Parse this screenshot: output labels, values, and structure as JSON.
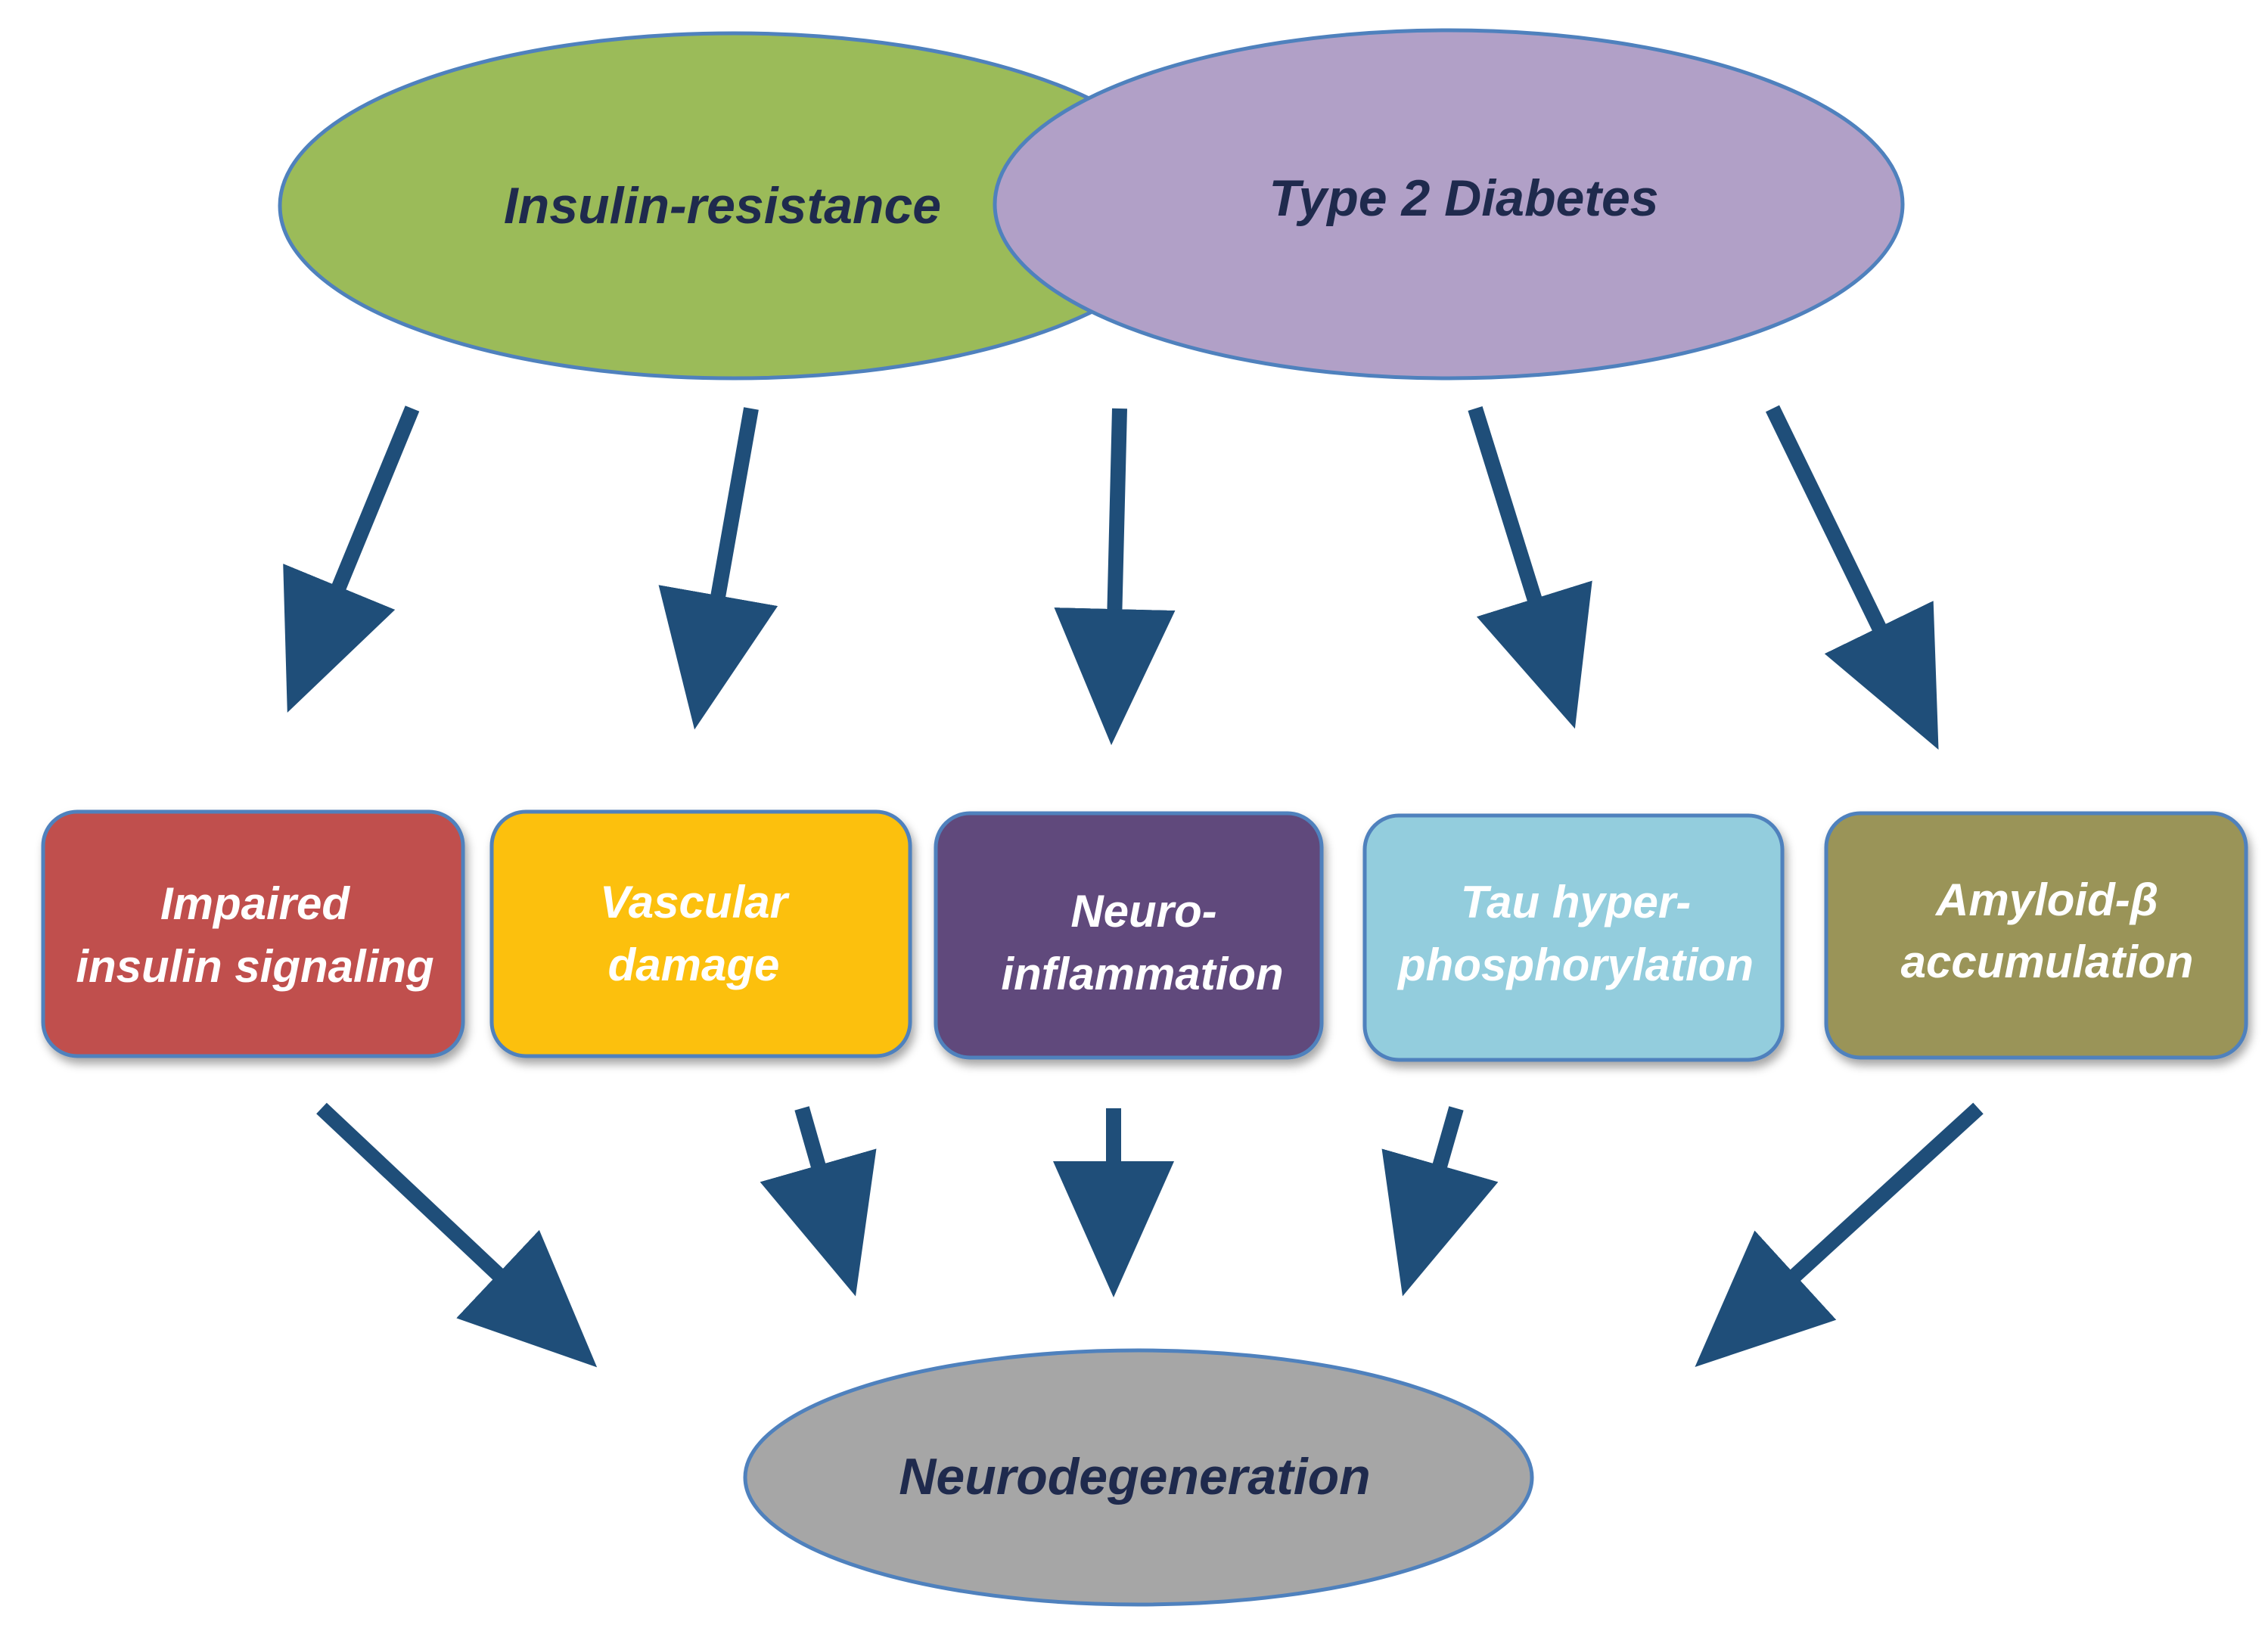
{
  "top_ovals": {
    "insulin_resistance": {
      "label": "Insulin-resistance",
      "color": "#9bbb59"
    },
    "type2_diabetes": {
      "label": "Type 2 Diabetes",
      "color": "#b1a0c7"
    }
  },
  "boxes": [
    {
      "line1": "Impaired",
      "line2": "insulin signaling",
      "color": "#c0504d"
    },
    {
      "line1": "Vascular",
      "line2": "damage",
      "color": "#fcc011"
    },
    {
      "line1": "Neuro-",
      "line2": "inflammation",
      "color": "#604a7b"
    },
    {
      "line1": "Tau hyper-",
      "line2": "phosphorylation",
      "color": "#93cddd"
    },
    {
      "line1": "Amyloid-β",
      "line2": "accumulation",
      "color": "#9a9459"
    }
  ],
  "bottom_oval": {
    "label": "Neurodegeneration",
    "color": "#a6a6a6"
  },
  "colors": {
    "arrow": "#1f4e79",
    "outline": "#4f81bd",
    "label_dark": "#1f2a4d"
  }
}
